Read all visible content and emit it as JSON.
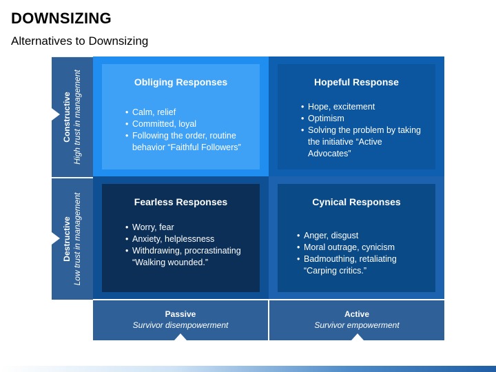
{
  "title": "DOWNSIZING",
  "subtitle": "Alternatives to Downsizing",
  "rows": [
    {
      "label": "Constructive",
      "sublabel": "High trust in management"
    },
    {
      "label": "Destructive",
      "sublabel": "Low trust in management"
    }
  ],
  "columns": [
    {
      "label": "Passive",
      "sublabel": "Survivor disempowerment"
    },
    {
      "label": "Active",
      "sublabel": "Survivor empowerment"
    }
  ],
  "quadrants": {
    "top_left": {
      "title": "Obliging Responses",
      "items": [
        "Calm, relief",
        "Committed, loyal",
        "Following the order, routine behavior “Faithful Followers”"
      ]
    },
    "top_right": {
      "title": "Hopeful Response",
      "items": [
        "Hope, excitement",
        "Optimism",
        "Solving the problem by taking the initiative “Active Advocates”"
      ]
    },
    "bottom_left": {
      "title": "Fearless Responses",
      "items": [
        "Worry, fear",
        "Anxiety, helplessness",
        "Withdrawing, procrastinating “Walking wounded.”"
      ]
    },
    "bottom_right": {
      "title": "Cynical Responses",
      "items": [
        "Anger, disgust",
        "Moral outrage, cynicism",
        "Badmouthing, retaliating “Carping critics.”"
      ]
    }
  },
  "colors": {
    "tab": "#2f6098",
    "top_left": "#3fa1f5",
    "top_right": "#0b569f",
    "bottom_left": "#0b2f57",
    "bottom_right": "#0a4a86"
  }
}
